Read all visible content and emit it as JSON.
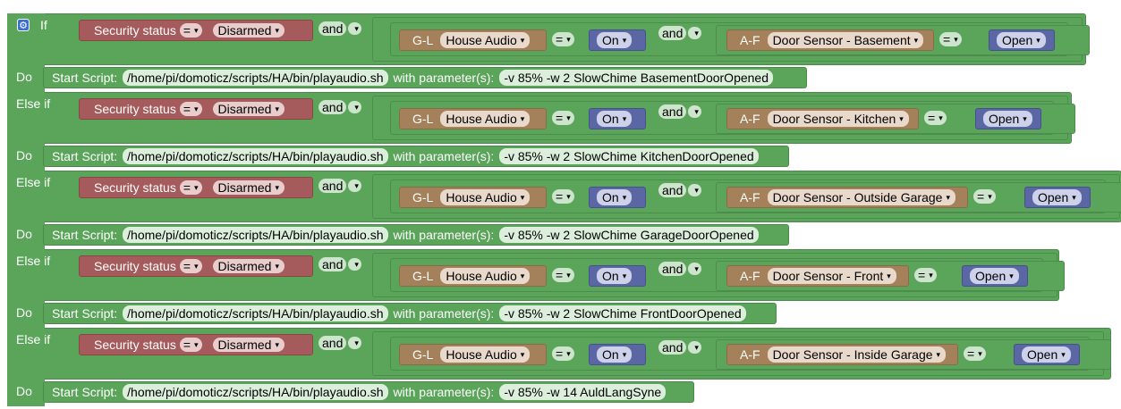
{
  "keywords": {
    "if": "If",
    "else_if": "Else if",
    "do": "Do",
    "and": "and"
  },
  "icons": {
    "settings": "gear-icon",
    "dropdown": "dropdown-arrow-icon"
  },
  "colors": {
    "control_block": "#5ba55b",
    "security_block": "#a55b5b",
    "device_block": "#a5815b",
    "state_block": "#5b67a5",
    "settings_icon": "#3b6fcf"
  },
  "conditions": [
    {
      "security_label": "Security status",
      "security_op": "=",
      "security_value": "Disarmed",
      "and1": "and",
      "audio_group": "G-L",
      "audio_device": "House Audio",
      "audio_op": "=",
      "audio_state": "On",
      "and2": "and",
      "sensor_group": "A-F",
      "sensor_device": "Door Sensor - Basement",
      "sensor_op": "=",
      "sensor_state": "Open",
      "do_action": "Start Script:",
      "script_path": "/home/pi/domoticz/scripts/HA/bin/playaudio.sh",
      "param_label": "with parameter(s):",
      "params": "-v 85% -w 2 SlowChime BasementDoorOpened"
    },
    {
      "security_label": "Security status",
      "security_op": "=",
      "security_value": "Disarmed",
      "and1": "and",
      "audio_group": "G-L",
      "audio_device": "House Audio",
      "audio_op": "=",
      "audio_state": "On",
      "and2": "and",
      "sensor_group": "A-F",
      "sensor_device": "Door Sensor - Kitchen",
      "sensor_op": "=",
      "sensor_state": "Open",
      "do_action": "Start Script:",
      "script_path": "/home/pi/domoticz/scripts/HA/bin/playaudio.sh",
      "param_label": "with parameter(s):",
      "params": "-v 85% -w 2 SlowChime KitchenDoorOpened"
    },
    {
      "security_label": "Security status",
      "security_op": "=",
      "security_value": "Disarmed",
      "and1": "and",
      "audio_group": "G-L",
      "audio_device": "House Audio",
      "audio_op": "=",
      "audio_state": "On",
      "and2": "and",
      "sensor_group": "A-F",
      "sensor_device": "Door Sensor - Outside Garage",
      "sensor_op": "=",
      "sensor_state": "Open",
      "do_action": "Start Script:",
      "script_path": "/home/pi/domoticz/scripts/HA/bin/playaudio.sh",
      "param_label": "with parameter(s):",
      "params": "-v 85% -w 2 SlowChime GarageDoorOpened"
    },
    {
      "security_label": "Security status",
      "security_op": "=",
      "security_value": "Disarmed",
      "and1": "and",
      "audio_group": "G-L",
      "audio_device": "House Audio",
      "audio_op": "=",
      "audio_state": "On",
      "and2": "and",
      "sensor_group": "A-F",
      "sensor_device": "Door Sensor - Front",
      "sensor_op": "=",
      "sensor_state": "Open",
      "do_action": "Start Script:",
      "script_path": "/home/pi/domoticz/scripts/HA/bin/playaudio.sh",
      "param_label": "with parameter(s):",
      "params": "-v 85% -w 2 SlowChime FrontDoorOpened"
    },
    {
      "security_label": "Security status",
      "security_op": "=",
      "security_value": "Disarmed",
      "and1": "and",
      "audio_group": "G-L",
      "audio_device": "House Audio",
      "audio_op": "=",
      "audio_state": "On",
      "and2": "and",
      "sensor_group": "A-F",
      "sensor_device": "Door Sensor - Inside Garage",
      "sensor_op": "=",
      "sensor_state": "Open",
      "do_action": "Start Script:",
      "script_path": "/home/pi/domoticz/scripts/HA/bin/playaudio.sh",
      "param_label": "with parameter(s):",
      "params": "-v 85% -w 14 AuldLangSyne"
    }
  ]
}
